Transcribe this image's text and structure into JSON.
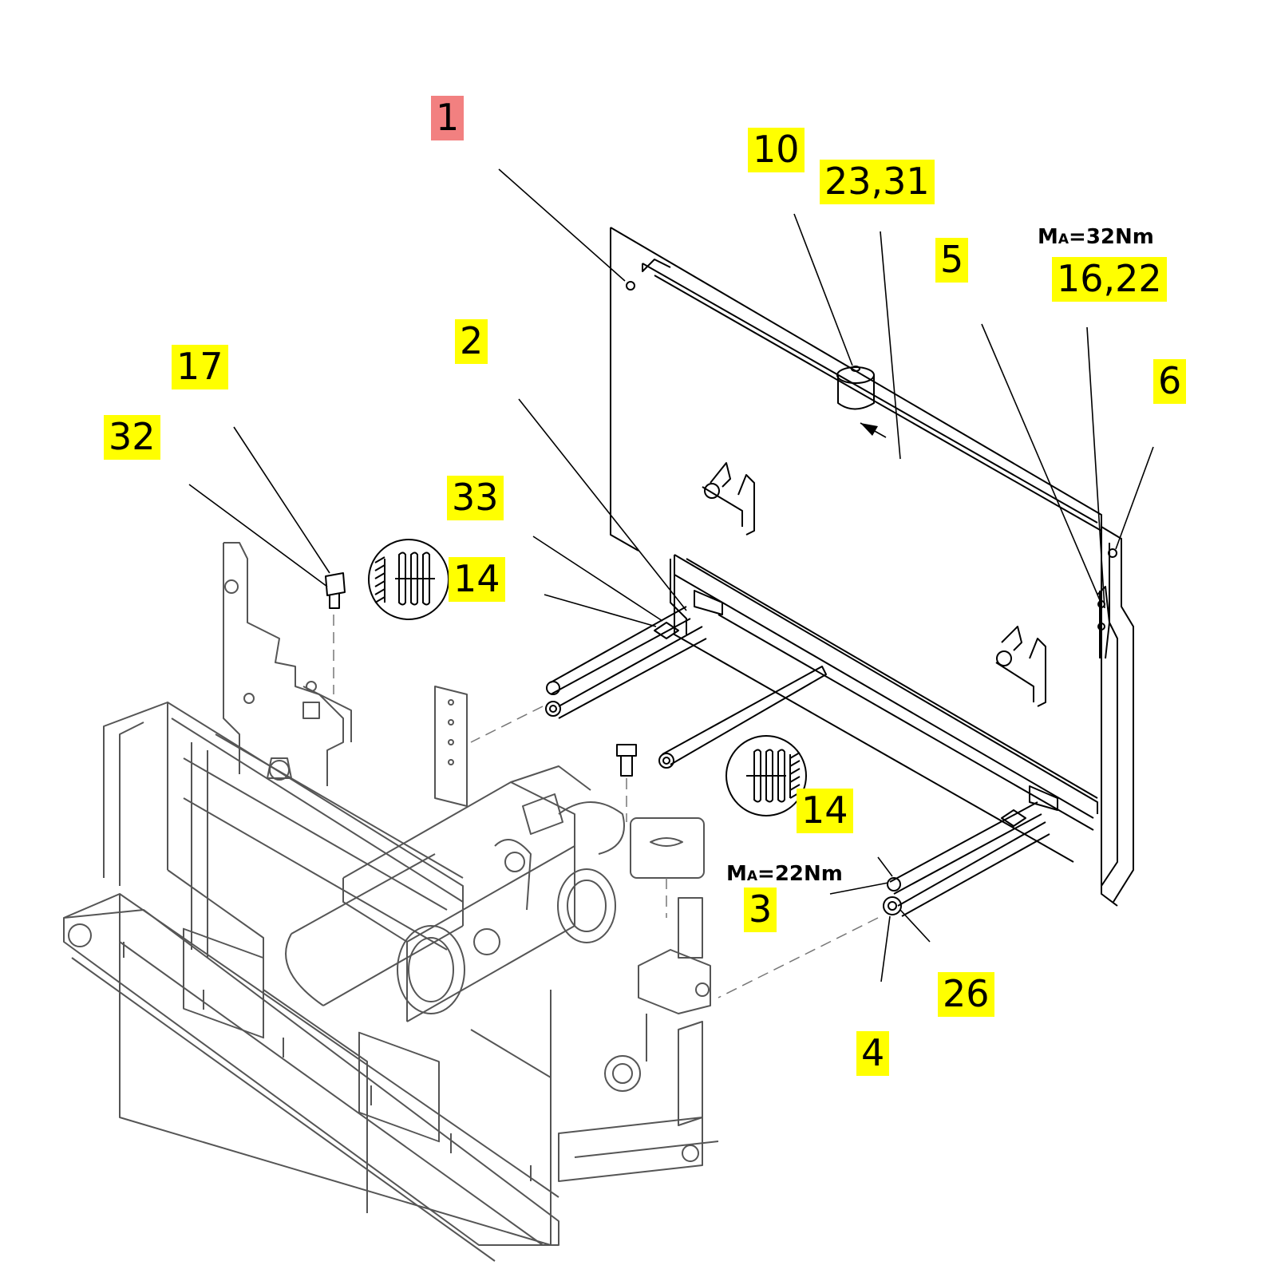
{
  "callouts": {
    "c1": "1",
    "c2": "2",
    "c3": "3",
    "c4": "4",
    "c5": "5",
    "c6": "6",
    "c10": "10",
    "c14a": "14",
    "c14b": "14",
    "c16_22": "16,22",
    "c17": "17",
    "c23_31": "23,31",
    "c26": "26",
    "c32": "32",
    "c33": "33"
  },
  "torque": {
    "t32": {
      "m": "M",
      "a": "A",
      "value": "=32Nm"
    },
    "t22": {
      "m": "M",
      "a": "A",
      "value": "=22Nm"
    }
  },
  "colors": {
    "highlight": "#ffff00",
    "highlight_selected": "#f28080",
    "line": "#000000",
    "machine_line": "#555555"
  },
  "icons": {
    "spring_washer_symbol": "lock-washer-symbol"
  }
}
